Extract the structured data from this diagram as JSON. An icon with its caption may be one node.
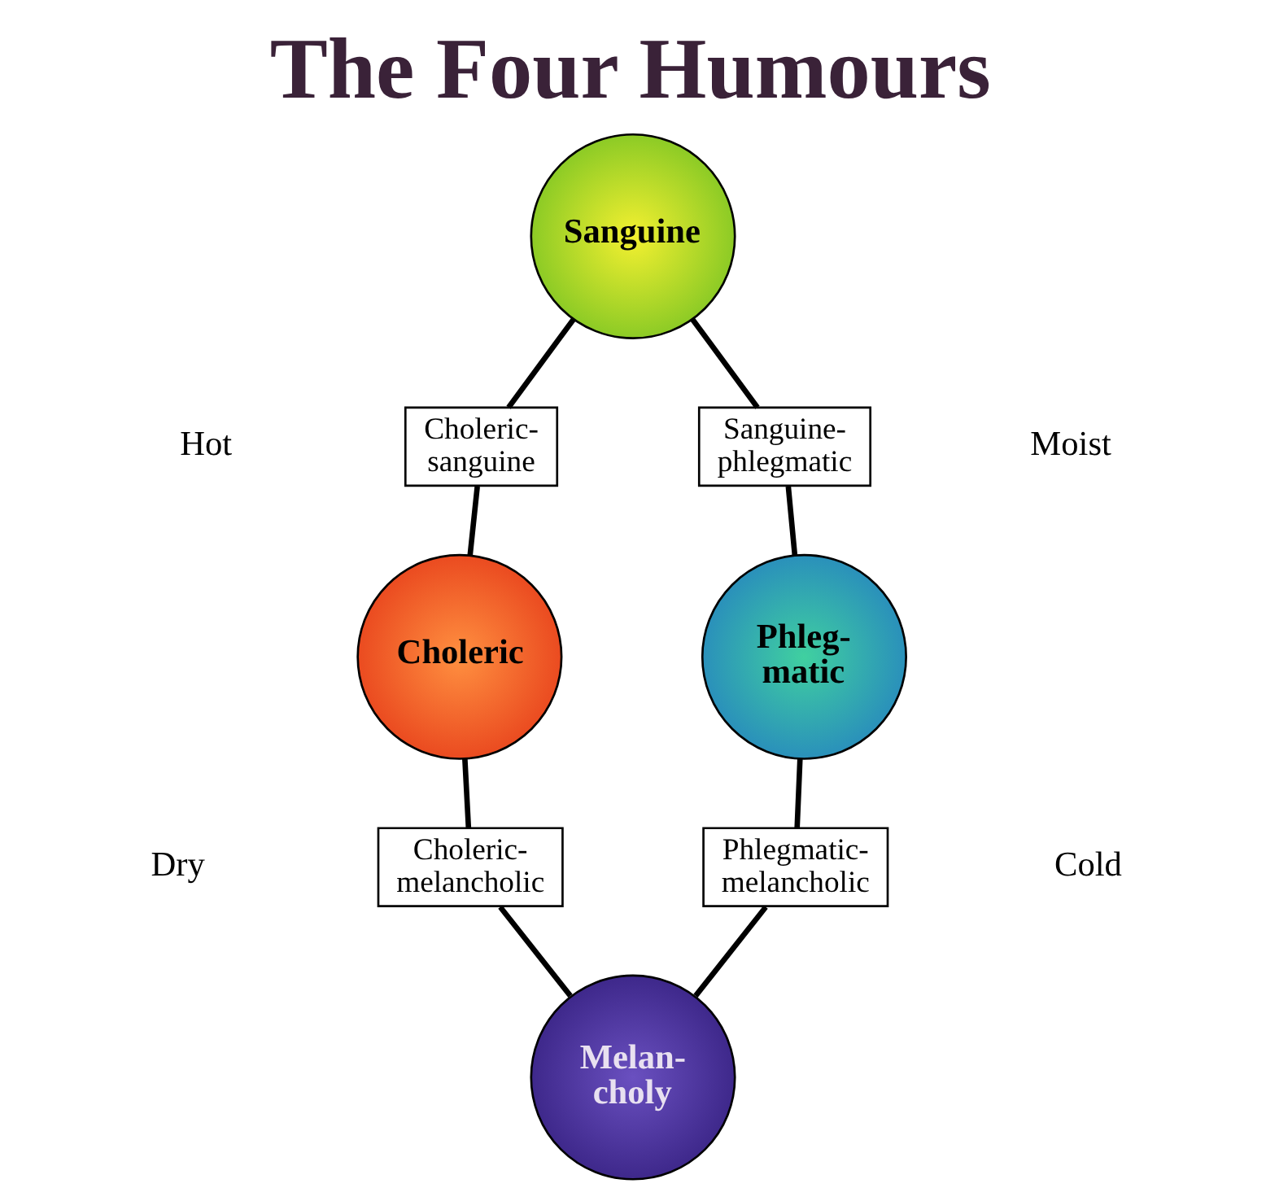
{
  "diagram": {
    "title": "The Four Humours",
    "nodes": [
      {
        "text": [
          "Sanguine"
        ]
      },
      {
        "text": [
          "Choleric- sanguine"
        ]
      },
      {
        "text": [
          "Sanguine- phlegmatic"
        ]
      },
      {
        "text": [
          "Choleric"
        ]
      },
      {
        "text": [
          "Phleg- matic"
        ]
      },
      {
        "text": [
          "Choleric- melancholic"
        ]
      },
      {
        "text": [
          "Phlegmatic- melancholic"
        ]
      },
      {
        "text": [
          "Melan- choly"
        ]
      }
    ],
    "edges": [
      {
        "from": 0,
        "to": 1,
        "arrow": "none"
      },
      {
        "from": 1,
        "to": 3,
        "arrow": "none"
      },
      {
        "from": 0,
        "to": 2,
        "arrow": "none"
      },
      {
        "from": 2,
        "to": 4,
        "arrow": "none"
      },
      {
        "from": 3,
        "to": 5,
        "arrow": "none"
      },
      {
        "from": 5,
        "to": 7,
        "arrow": "none"
      },
      {
        "from": 4,
        "to": 6,
        "arrow": "none"
      },
      {
        "from": 6,
        "to": 7,
        "arrow": "none"
      }
    ],
    "labels": [
      "Hot",
      "Moist",
      "Dry",
      "Cold"
    ]
  }
}
